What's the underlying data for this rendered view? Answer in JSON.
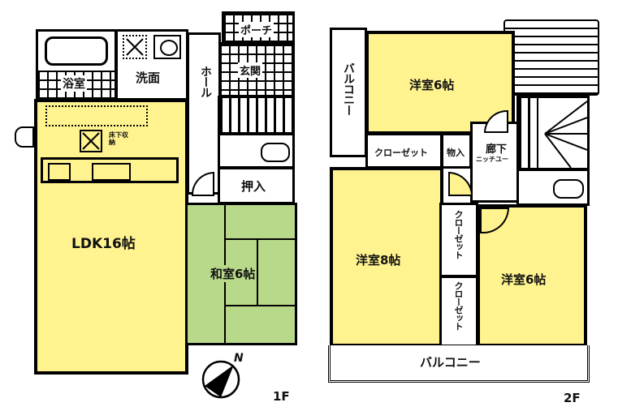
{
  "floors": [
    {
      "id": "1F",
      "label": "1F",
      "rooms": {
        "bath": "浴室",
        "washroom": "洗面",
        "hall": "ホール",
        "porch": "ポーチ",
        "entrance": "玄関",
        "ldk": "LDK16帖",
        "storage_under_floor": "床下収納",
        "closet_oshiire": "押入",
        "japanese_room": "和室6帖"
      }
    },
    {
      "id": "2F",
      "label": "2F",
      "rooms": {
        "balcony_side": "バルコニー",
        "western_room_top": "洋室6帖",
        "closet_top": "クローゼット",
        "storage_top": "物入",
        "corridor": "廊下",
        "niche": "ニッチユー",
        "western_room_left": "洋室8帖",
        "closet_left": "クローゼット",
        "closet_right": "クローゼット",
        "western_room_right": "洋室6帖",
        "balcony_bottom": "バルコニー"
      }
    }
  ],
  "compass": {
    "north_label": "N"
  },
  "colors": {
    "room_yellow": "#fff38f",
    "room_green": "#b9d98a",
    "wall": "#000000",
    "background": "#ffffff"
  }
}
